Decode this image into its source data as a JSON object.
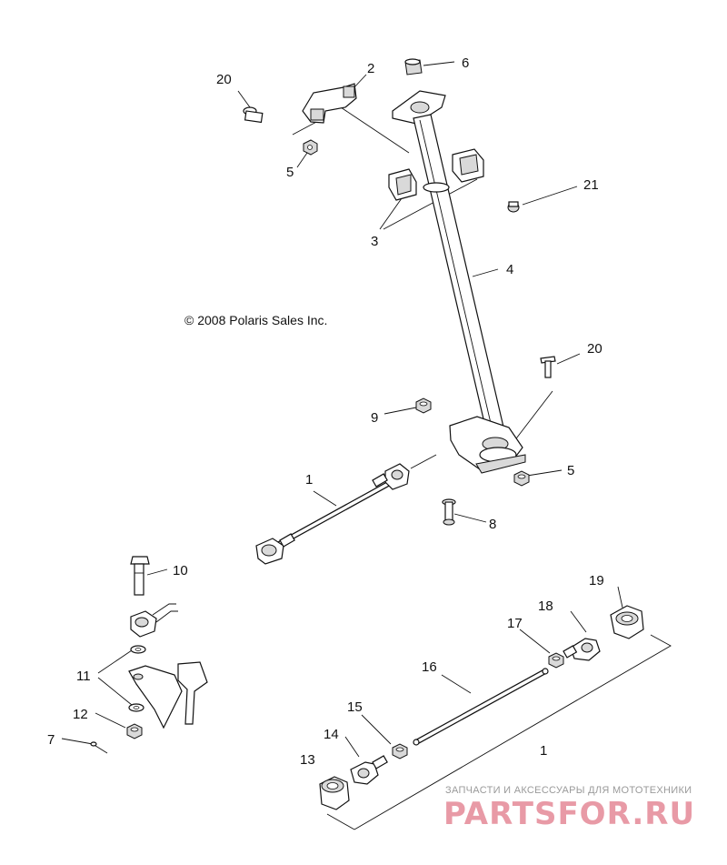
{
  "copyright": "© 2008 Polaris Sales Inc.",
  "watermark": {
    "tagline": "ЗАПЧАСТИ И АКСЕССУАРЫ ДЛЯ МОТОТЕХНИКИ",
    "logo": "PARTSFOR.RU"
  },
  "callouts": {
    "c20a": "20",
    "c2": "2",
    "c6": "6",
    "c5a": "5",
    "c21": "21",
    "c3": "3",
    "c4": "4",
    "c20b": "20",
    "c9": "9",
    "c5b": "5",
    "c1a": "1",
    "c8": "8",
    "c10": "10",
    "c19": "19",
    "c18": "18",
    "c17": "17",
    "c16": "16",
    "c11": "11",
    "c15": "15",
    "c12": "12",
    "c14": "14",
    "c7": "7",
    "c1b": "1",
    "c13": "13"
  }
}
